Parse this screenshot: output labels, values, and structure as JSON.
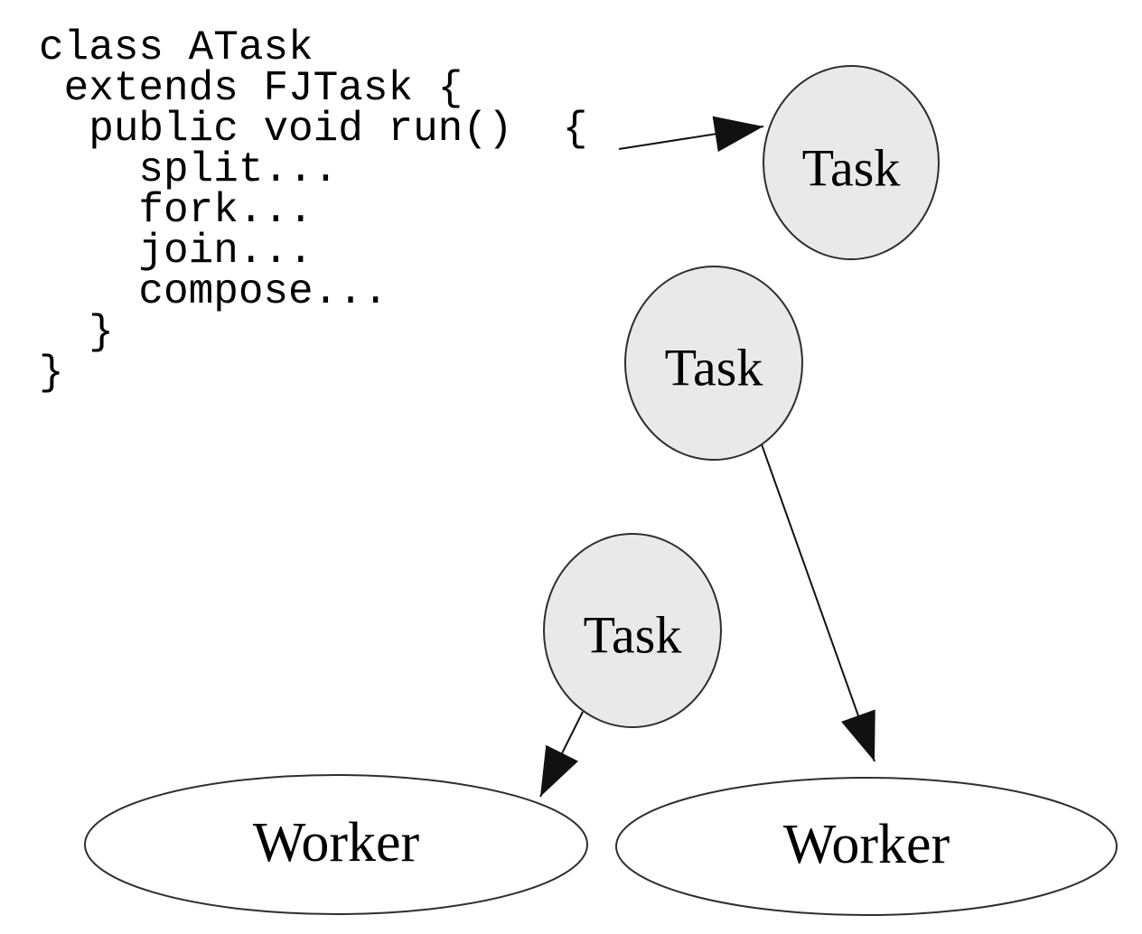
{
  "code": {
    "text": "class ATask\n extends FJTask {\n  public void run()  {\n    split...\n    fork...\n    join...\n    compose...\n  }\n}"
  },
  "nodes": [
    {
      "id": "task-1",
      "type": "task",
      "label": "Task"
    },
    {
      "id": "task-2",
      "type": "task",
      "label": "Task"
    },
    {
      "id": "task-3",
      "type": "task",
      "label": "Task"
    },
    {
      "id": "worker-1",
      "type": "worker",
      "label": "Worker"
    },
    {
      "id": "worker-2",
      "type": "worker",
      "label": "Worker"
    }
  ],
  "edges": [
    {
      "from": "code",
      "to": "task-1"
    },
    {
      "from": "task-2",
      "to": "worker-2"
    },
    {
      "from": "task-3",
      "to": "worker-1"
    }
  ],
  "colors": {
    "task_fill": "#e9e9e9",
    "worker_fill": "#ffffff",
    "shape_stroke": "#2e2e2e",
    "arrow": "#111111",
    "text": "#000000",
    "background": "#ffffff"
  }
}
